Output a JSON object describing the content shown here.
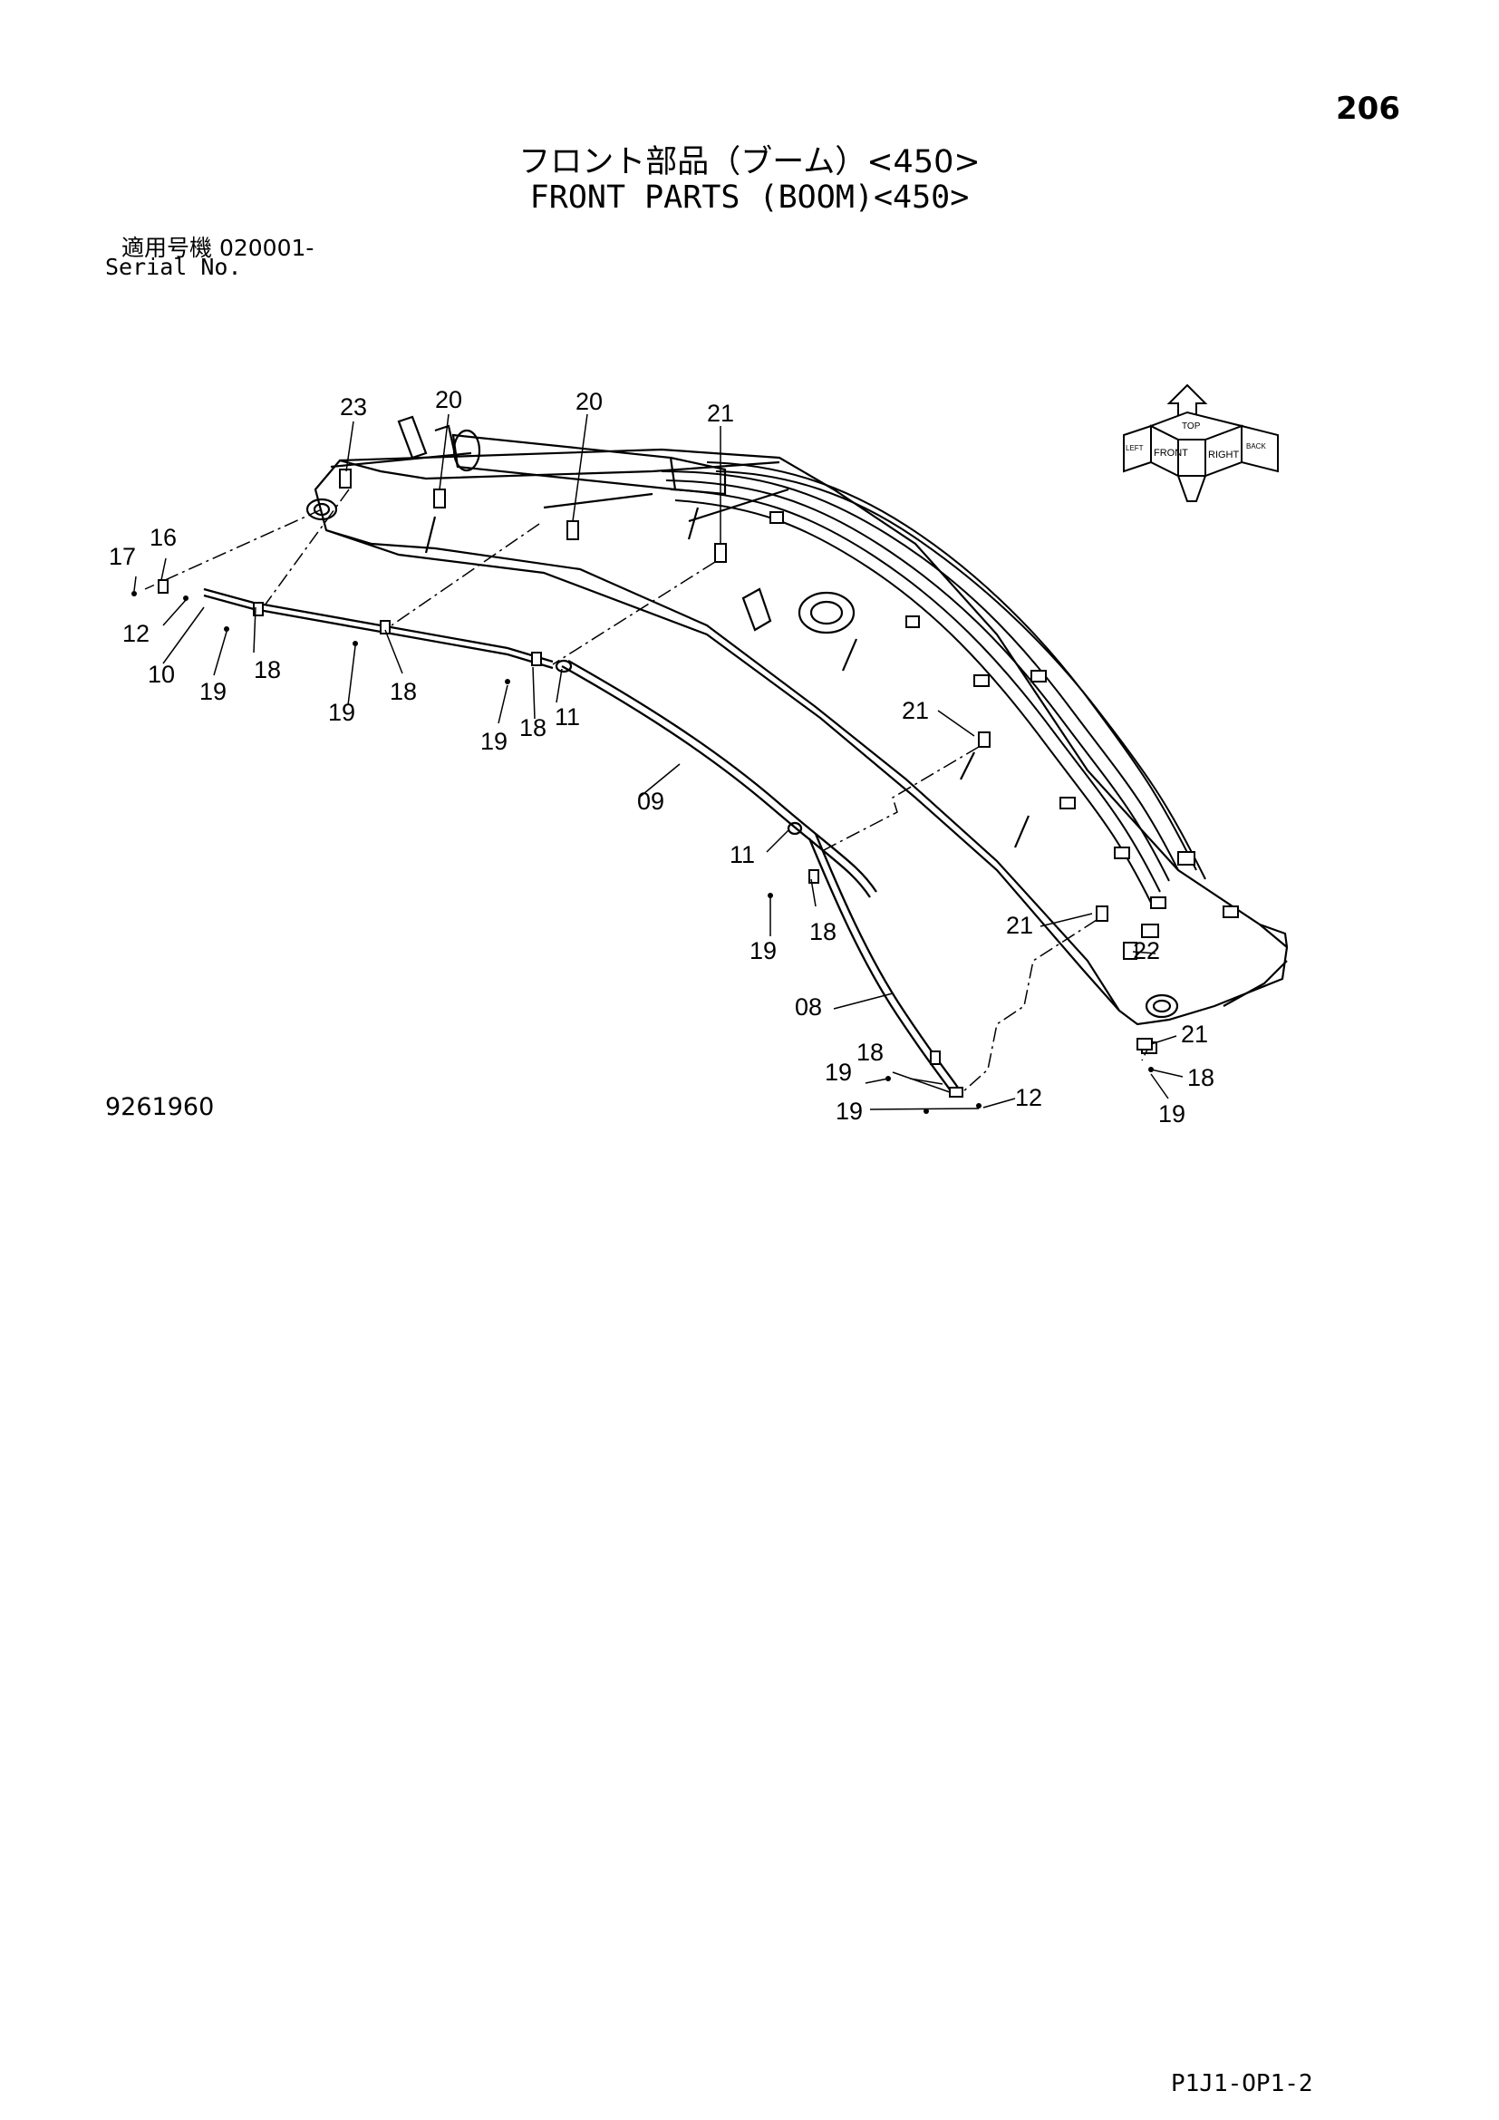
{
  "header": {
    "page_number": "206",
    "title_jp": "フロント部品（ブーム）<450>",
    "title_en": "FRONT PARTS (BOOM)<450>",
    "serial_label_jp": "適用号機 020001-",
    "serial_label_en": "Serial No."
  },
  "orientation_icon": {
    "labels": [
      "FRONT",
      "RIGHT",
      "TOP",
      "LEFT",
      "BACK"
    ]
  },
  "callouts": [
    {
      "text": "23"
    },
    {
      "text": "20"
    },
    {
      "text": "20"
    },
    {
      "text": "21"
    },
    {
      "text": "16"
    },
    {
      "text": "17"
    },
    {
      "text": "12"
    },
    {
      "text": "10"
    },
    {
      "text": "19"
    },
    {
      "text": "18"
    },
    {
      "text": "19"
    },
    {
      "text": "18"
    },
    {
      "text": "19"
    },
    {
      "text": "18"
    },
    {
      "text": "11"
    },
    {
      "text": "09"
    },
    {
      "text": "21"
    },
    {
      "text": "11"
    },
    {
      "text": "19"
    },
    {
      "text": "18"
    },
    {
      "text": "21"
    },
    {
      "text": "22"
    },
    {
      "text": "08"
    },
    {
      "text": "21"
    },
    {
      "text": "18"
    },
    {
      "text": "19"
    },
    {
      "text": "19"
    },
    {
      "text": "18"
    },
    {
      "text": "19"
    },
    {
      "text": "12"
    }
  ],
  "footer": {
    "drawing_id": "9261960",
    "sheet_code": "P1J1-OP1-2"
  }
}
